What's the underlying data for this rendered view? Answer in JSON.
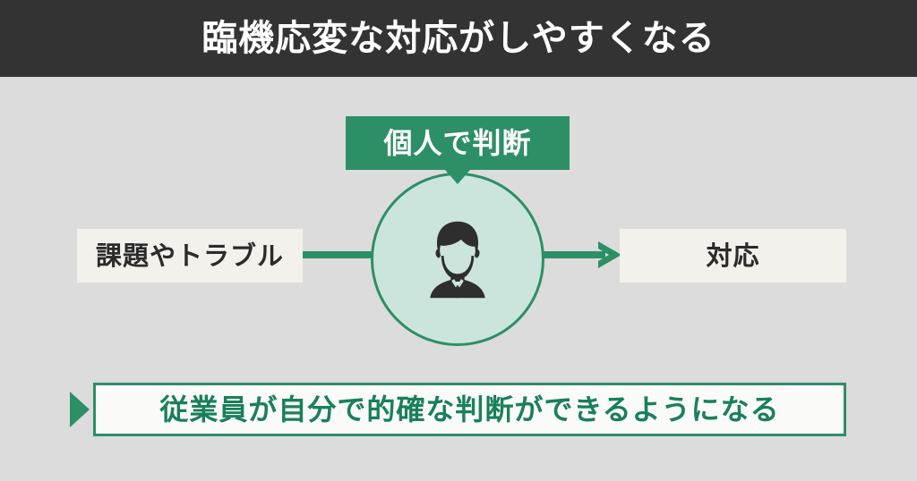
{
  "page": {
    "background_color": "#dcdcdc",
    "accent_green": "#2d8f66",
    "accent_green_text": "#19805a",
    "header_background": "#333333",
    "circle_fill": "#cce5dc",
    "box_fill": "#f2f1ec"
  },
  "header": {
    "title": "臨機応変な対応がしやすくなる"
  },
  "diagram": {
    "callout": {
      "label": "個人で判断",
      "icon": "speech-tail-down-icon"
    },
    "center": {
      "icon": "person-businessman-icon"
    },
    "input_box": {
      "label": "課題やトラブル"
    },
    "output_box": {
      "label": "対応"
    },
    "connector_left": {
      "icon": "horizontal-line-icon"
    },
    "connector_right": {
      "icon": "arrow-right-icon"
    }
  },
  "conclusion": {
    "marker_icon": "triangle-right-icon",
    "text": "従業員が自分で的確な判断ができるようになる"
  }
}
